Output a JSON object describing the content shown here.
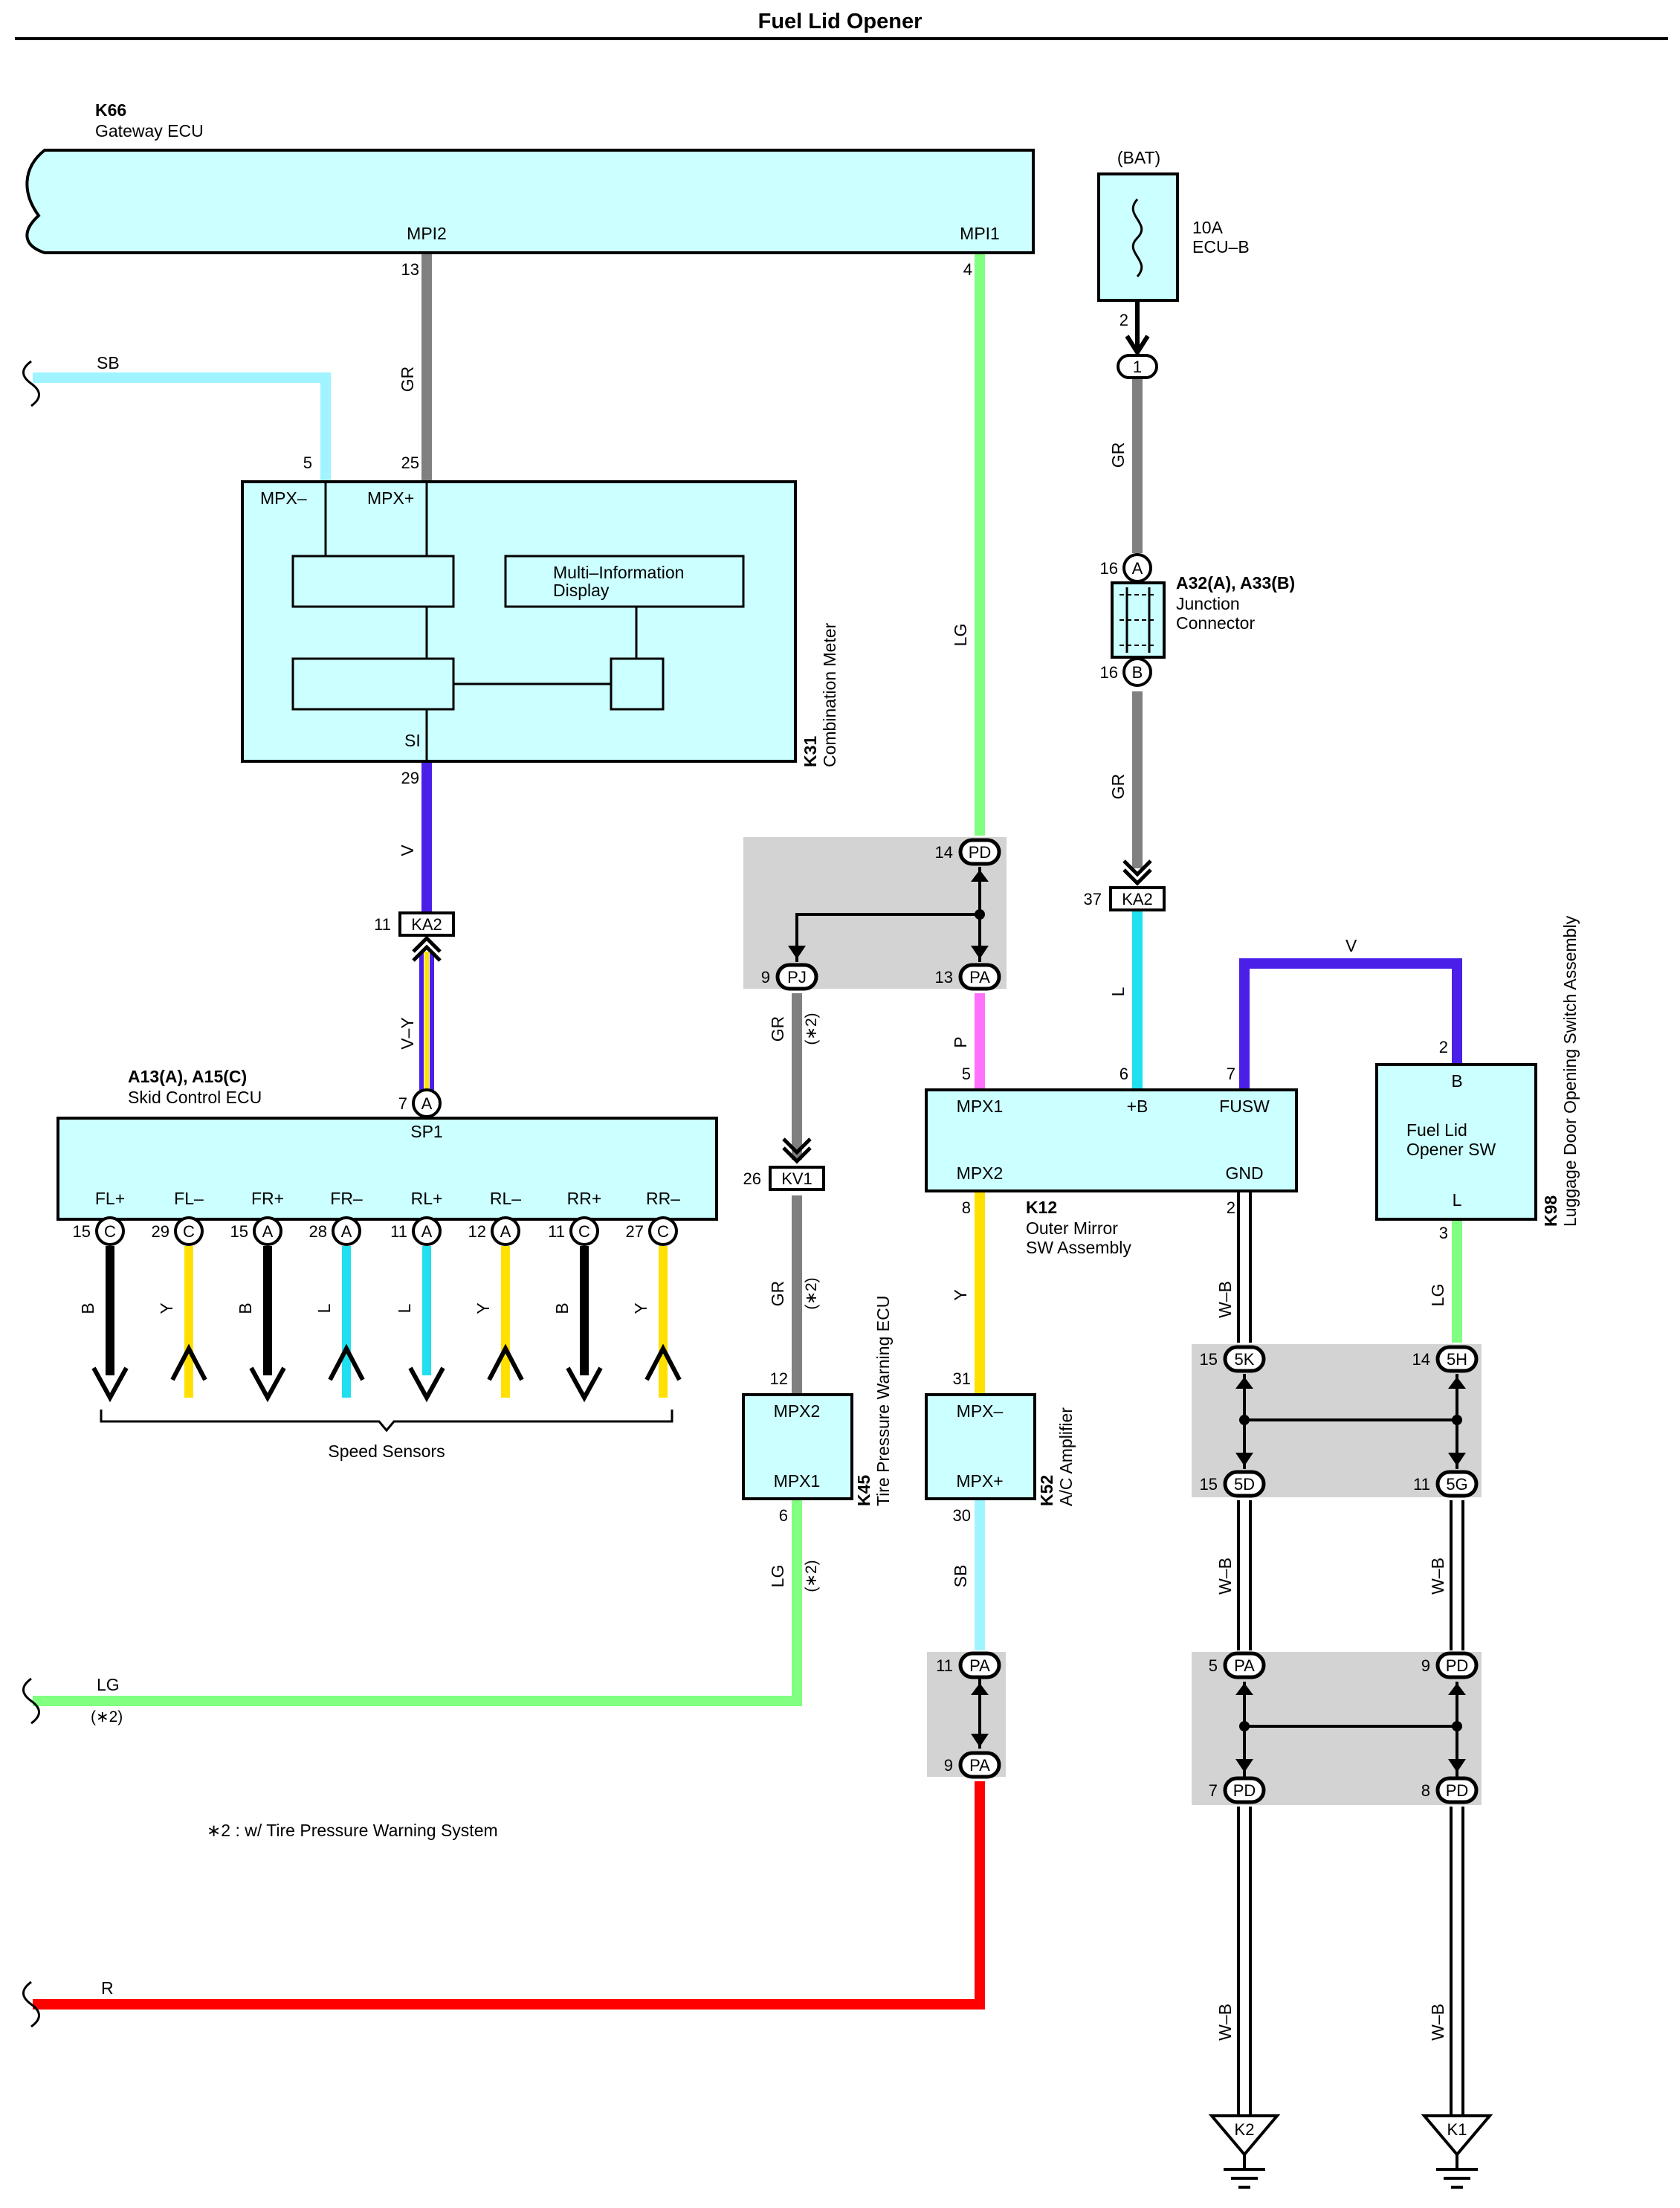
{
  "title": "Fuel Lid Opener",
  "footnote": "∗2 : w/ Tire Pressure Warning System",
  "colors": {
    "GR": "#808080",
    "LG": "#80ff80",
    "SB": "#a0f4ff",
    "L": "#20e0f0",
    "V": "#4a20e8",
    "P": "#ff70ff",
    "Y": "#ffe000",
    "R": "#ff0000",
    "B": "#000000",
    "W-B": "#000000",
    "box": "#ccffff",
    "shade": "#d3d3d3"
  },
  "components": {
    "k66": {
      "id": "K66",
      "name": "Gateway ECU",
      "pin_mpi2": "MPI2",
      "pin_mpi1": "MPI1",
      "pin_num_mpi2": "13",
      "pin_num_mpi1": "4"
    },
    "fuse": {
      "source": "(BAT)",
      "rating": "10A",
      "name": "ECU–B",
      "pin_out": "2",
      "terminal": "1"
    },
    "junction": {
      "id": "A32(A), A33(B)",
      "name1": "Junction",
      "name2": "Connector",
      "pin_top": "16",
      "pin_top_conn": "A",
      "pin_bot": "16",
      "pin_bot_conn": "B"
    },
    "k31": {
      "id": "K31",
      "name": "Combination Meter",
      "pin_mpxm": "MPX–",
      "pin_mpxp": "MPX+",
      "pin_si": "SI",
      "mid_line1": "Multi–Information",
      "mid_line2": "Display",
      "num_mpxm": "5",
      "num_mpxp": "25",
      "num_si": "29"
    },
    "skid": {
      "id": "A13(A), A15(C)",
      "name": "Skid Control ECU",
      "pin_sp1": "SP1",
      "num_sp1": "7",
      "conn_sp1": "A",
      "pins": [
        {
          "label": "FL+",
          "num": "15",
          "conn": "C",
          "wire": "B"
        },
        {
          "label": "FL–",
          "num": "29",
          "conn": "C",
          "wire": "Y"
        },
        {
          "label": "FR+",
          "num": "15",
          "conn": "A",
          "wire": "B"
        },
        {
          "label": "FR–",
          "num": "28",
          "conn": "A",
          "wire": "L"
        },
        {
          "label": "RL+",
          "num": "11",
          "conn": "A",
          "wire": "L"
        },
        {
          "label": "RL–",
          "num": "12",
          "conn": "A",
          "wire": "Y"
        },
        {
          "label": "RR+",
          "num": "11",
          "conn": "C",
          "wire": "B"
        },
        {
          "label": "RR–",
          "num": "27",
          "conn": "C",
          "wire": "Y"
        }
      ],
      "sensors_label": "Speed Sensors"
    },
    "k12": {
      "id": "K12",
      "name1": "Outer Mirror",
      "name2": "SW Assembly",
      "pin_mpx1": "MPX1",
      "pin_b": "+B",
      "pin_fusw": "FUSW",
      "pin_mpx2": "MPX2",
      "pin_gnd": "GND",
      "num_mpx1": "5",
      "num_b": "6",
      "num_fusw": "7",
      "num_mpx2": "8",
      "num_gnd": "2"
    },
    "k98": {
      "id": "K98",
      "name": "Luggage Door Opening Switch Assembly",
      "inner1": "Fuel Lid",
      "inner2": "Opener SW",
      "pin_b": "B",
      "pin_l": "L",
      "num_b": "2",
      "num_l": "3"
    },
    "k45": {
      "id": "K45",
      "name": "Tire Pressure Warning ECU",
      "pin_mpx2": "MPX2",
      "pin_mpx1": "MPX1",
      "num_mpx2": "12",
      "num_mpx1": "6"
    },
    "k52": {
      "id": "K52",
      "name": "A/C Amplifier",
      "pin_mpxm": "MPX–",
      "pin_mpxp": "MPX+",
      "num_mpxm": "31",
      "num_mpxp": "30"
    }
  },
  "connectors": {
    "ka2_meter": {
      "label": "KA2",
      "num": "11"
    },
    "ka2_junction": {
      "label": "KA2",
      "num": "37"
    },
    "kv1": {
      "label": "KV1",
      "num": "26"
    },
    "pd14": {
      "label": "PD",
      "num": "14"
    },
    "pj9": {
      "label": "PJ",
      "num": "9"
    },
    "pa13": {
      "label": "PA",
      "num": "13"
    },
    "pa11": {
      "label": "PA",
      "num": "11"
    },
    "pa9": {
      "label": "PA",
      "num": "9"
    },
    "j5k": {
      "label": "5K",
      "num": "15"
    },
    "j5h": {
      "label": "5H",
      "num": "14"
    },
    "j5d": {
      "label": "5D",
      "num": "15"
    },
    "j5g": {
      "label": "5G",
      "num": "11"
    },
    "jpa5": {
      "label": "PA",
      "num": "5"
    },
    "jpd9": {
      "label": "PD",
      "num": "9"
    },
    "jpd7": {
      "label": "PD",
      "num": "7"
    },
    "jpd8": {
      "label": "PD",
      "num": "8"
    }
  },
  "wires": {
    "gr": "GR",
    "lg": "LG",
    "sb": "SB",
    "v": "V",
    "vy": "V–Y",
    "p": "P",
    "l": "L",
    "y": "Y",
    "r": "R",
    "wb": "W–B",
    "b": "B",
    "note2": "(∗2)"
  },
  "grounds": {
    "k2": "K2",
    "k1": "K1"
  }
}
